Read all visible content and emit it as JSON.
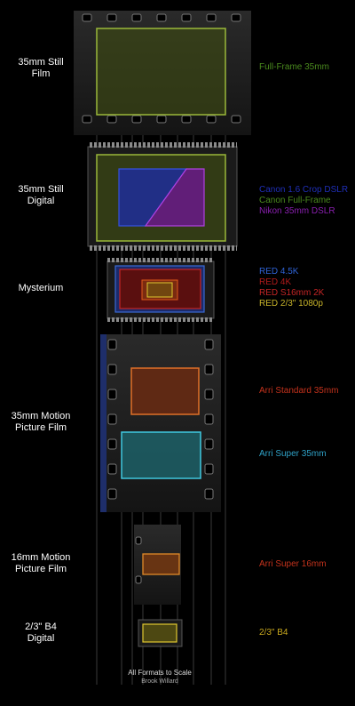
{
  "formats": [
    {
      "label_line1": "35mm Still",
      "label_line2": "Film",
      "legend": [
        {
          "text": "Full-Frame 35mm",
          "color": "#4a8a1e"
        }
      ]
    },
    {
      "label_line1": "35mm Still",
      "label_line2": "Digital",
      "legend": [
        {
          "text": "Canon 1.6 Crop DSLR",
          "color": "#1f2fb8"
        },
        {
          "text": "Canon Full-Frame",
          "color": "#4a8a1e"
        },
        {
          "text": "Nikon 35mm DSLR",
          "color": "#8a1fb0"
        }
      ]
    },
    {
      "label_line1": "Mysterium",
      "label_line2": "",
      "legend": [
        {
          "text": "RED 4.5K",
          "color": "#2f63d6"
        },
        {
          "text": "RED 4K",
          "color": "#b01a1a"
        },
        {
          "text": "RED S16mm 2K",
          "color": "#c42525"
        },
        {
          "text": "RED 2/3\" 1080p",
          "color": "#c8b42a"
        }
      ]
    },
    {
      "label_line1": "35mm Motion",
      "label_line2": "Picture Film",
      "legend": [
        {
          "text": "Arri Standard 35mm",
          "color": "#c4321c"
        }
      ],
      "legend2": [
        {
          "text": "Arri Super 35mm",
          "color": "#2fa2c8"
        }
      ]
    },
    {
      "label_line1": "16mm Motion",
      "label_line2": "Picture Film",
      "legend": [
        {
          "text": "Arri Super 16mm",
          "color": "#c4321c"
        }
      ]
    },
    {
      "label_line1": "2/3\" B4",
      "label_line2": "Digital",
      "legend": [
        {
          "text": "2/3\" B4",
          "color": "#c8a81e"
        }
      ]
    }
  ],
  "footer": {
    "line1": "All Formats to Scale",
    "line2": "Brook Willard"
  }
}
